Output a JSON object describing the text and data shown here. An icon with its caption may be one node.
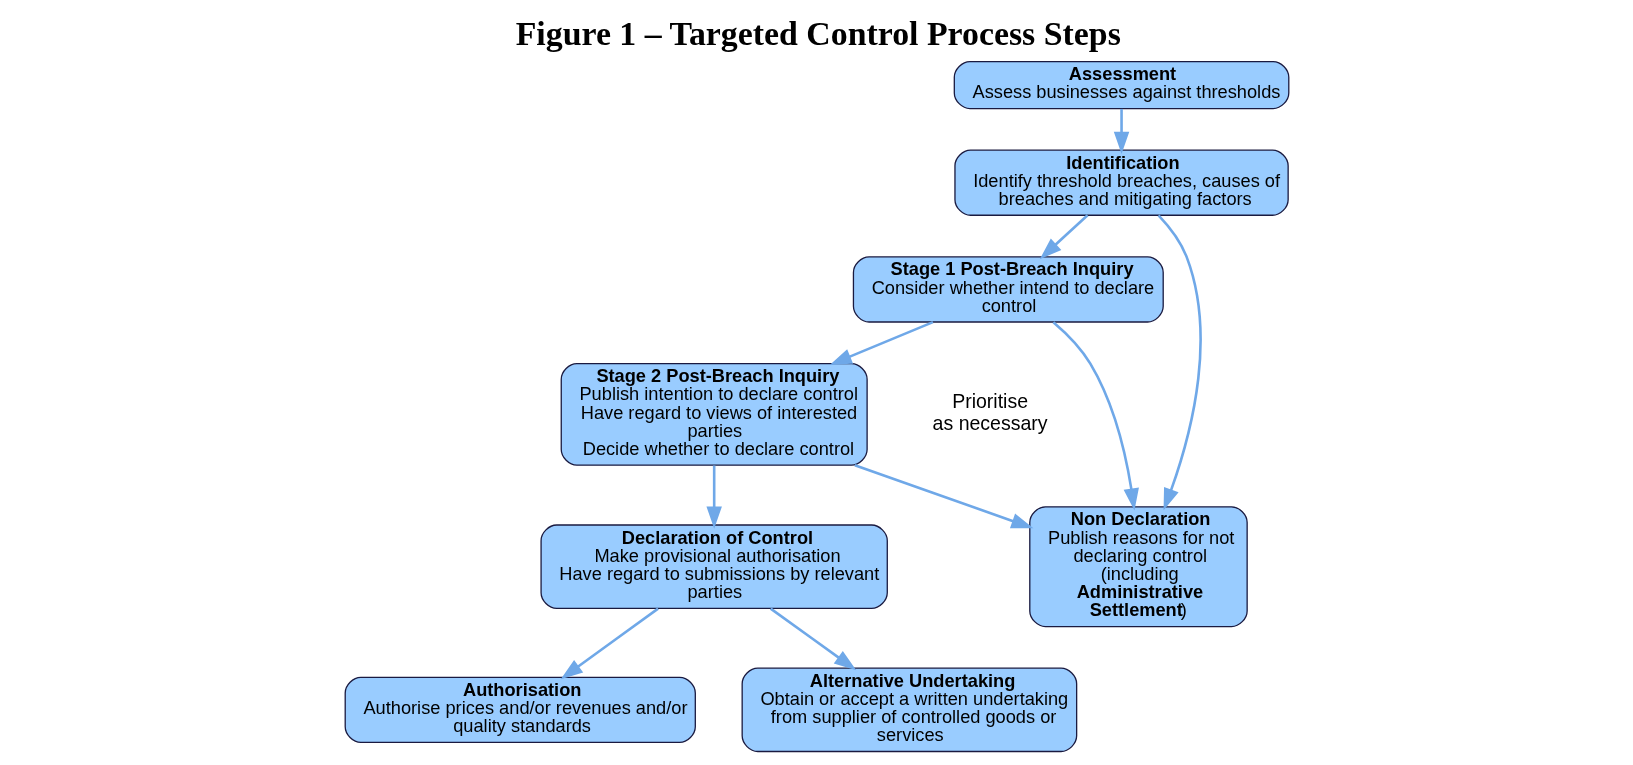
{
  "diagram": {
    "title": "Figure 1 – Targeted Control Process Steps",
    "nodes": [
      {
        "text": [
          "Assessment",
          "Assess businesses against thresholds"
        ]
      },
      {
        "text": [
          "Identification",
          "Identify threshold breaches, causes of breaches and mitigating factors"
        ]
      },
      {
        "text": [
          "Stage 1 Post-Breach Inquiry",
          "Consider whether intend to declare control"
        ]
      },
      {
        "text": [
          "Stage 2 Post-Breach Inquiry",
          "Publish intention to declare control",
          "Have regard to views of interested parties",
          "Decide whether to declare control"
        ]
      },
      {
        "text": [
          "Non Declaration",
          "Publish reasons for not declaring control (including **Administrative Settlement**)"
        ]
      },
      {
        "text": [
          "Declaration of Control",
          "Make provisional authorisation",
          "Have regard to submissions by relevant parties"
        ]
      },
      {
        "text": [
          "Authorisation",
          "Authorise prices and/or revenues and/or quality standards"
        ]
      },
      {
        "text": [
          "Alternative Undertaking",
          "Obtain or accept a written undertaking from supplier of controlled goods or services"
        ]
      }
    ],
    "edges": [
      {
        "from": 0,
        "to": 1,
        "arrow": "to"
      },
      {
        "from": 1,
        "to": 2,
        "arrow": "to"
      },
      {
        "from": 1,
        "to": 4,
        "arrow": "to"
      },
      {
        "from": 2,
        "to": 4,
        "arrow": "to"
      },
      {
        "from": 2,
        "to": 3,
        "arrow": "to"
      },
      {
        "from": 3,
        "to": 4,
        "arrow": "to"
      },
      {
        "from": 3,
        "to": 5,
        "arrow": "to"
      },
      {
        "from": 5,
        "to": 6,
        "arrow": "to"
      },
      {
        "from": 5,
        "to": 7,
        "arrow": "to"
      }
    ],
    "labels": [
      "Prioritise as necessary"
    ]
  }
}
